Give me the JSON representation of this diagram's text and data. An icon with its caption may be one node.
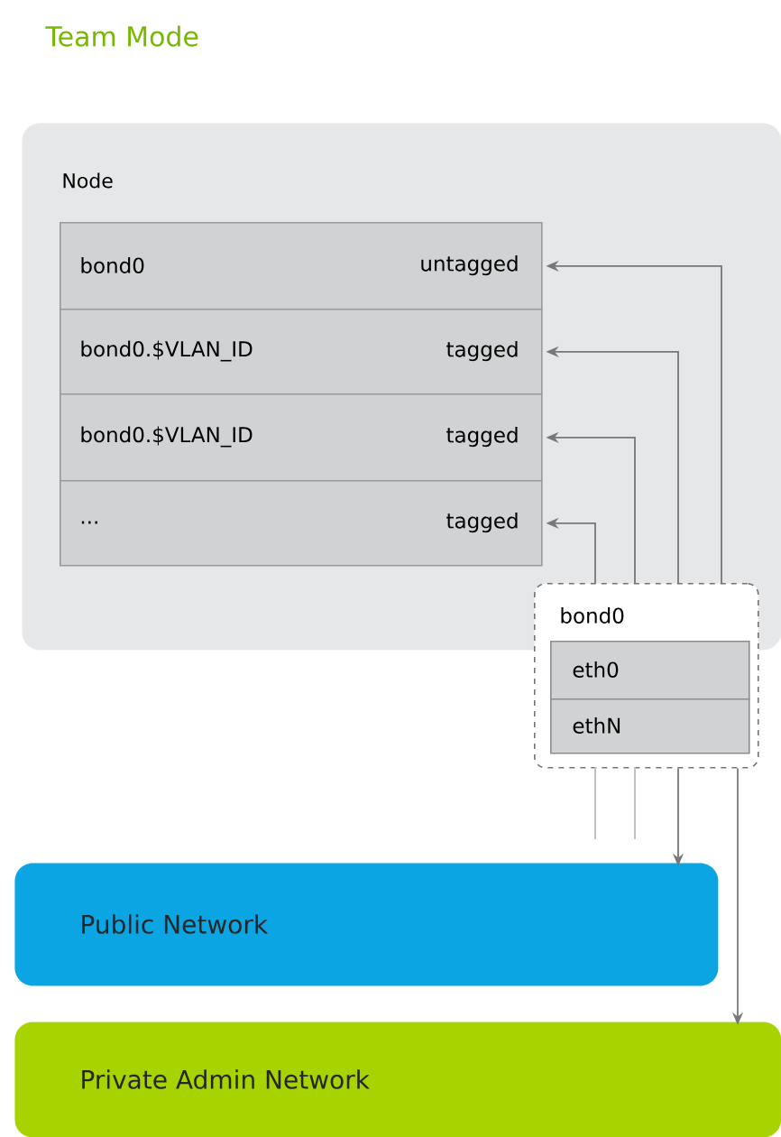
{
  "diagram": {
    "title": "Team Mode",
    "nodes": [
      {
        "text": [
          "Node"
        ]
      },
      {
        "text": [
          "bond0",
          "untagged"
        ],
        "in": 0
      },
      {
        "text": [
          "bond0.$VLAN_ID",
          "tagged"
        ],
        "in": 0
      },
      {
        "text": [
          "bond0.$VLAN_ID",
          "tagged"
        ],
        "in": 0
      },
      {
        "text": [
          "...",
          "tagged"
        ],
        "in": 0
      },
      {
        "text": [
          "bond0"
        ]
      },
      {
        "text": [
          "eth0"
        ],
        "in": 5
      },
      {
        "text": [
          "ethN"
        ],
        "in": 5
      },
      {
        "text": [
          "Public Network"
        ]
      },
      {
        "text": [
          "Private Admin Network"
        ]
      }
    ],
    "edges": [
      {
        "from": 5,
        "to": 1,
        "arrow": "to"
      },
      {
        "from": 5,
        "to": 2,
        "arrow": "to"
      },
      {
        "from": 5,
        "to": 3,
        "arrow": "to"
      },
      {
        "from": 5,
        "to": 4,
        "arrow": "to"
      },
      {
        "from": 5,
        "to": 8,
        "arrow": "to"
      },
      {
        "from": 5,
        "to": 9,
        "arrow": "to"
      }
    ]
  }
}
